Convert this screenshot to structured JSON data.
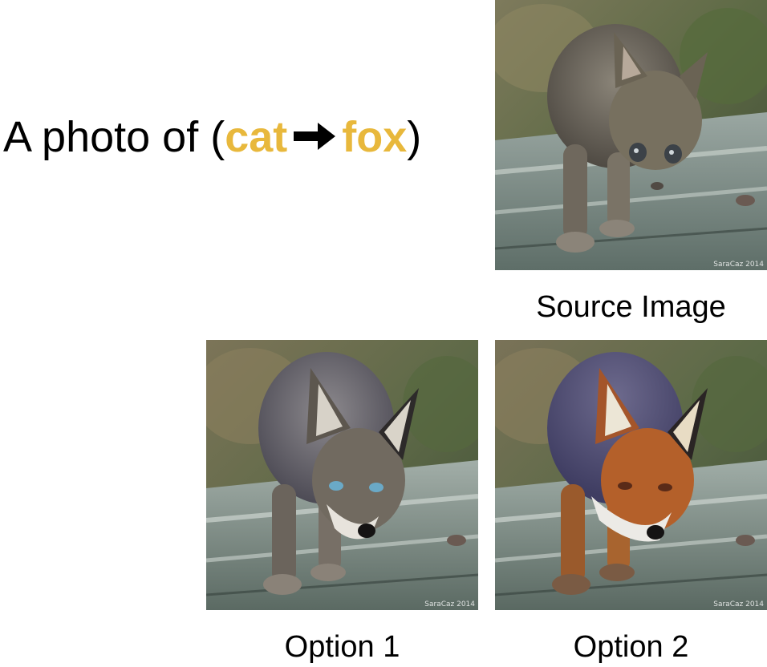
{
  "prompt": {
    "prefix": "A photo of (",
    "source_word": "cat",
    "target_word": "fox",
    "suffix": ")",
    "highlight_color": "#e8b83c",
    "arrow_icon": "right-arrow-icon"
  },
  "images": {
    "source": {
      "caption": "Source Image",
      "subject": "kitten",
      "watermark": "SaraCaz 2014"
    },
    "option1": {
      "caption": "Option 1",
      "subject": "grey-fox",
      "watermark": "SaraCaz 2014"
    },
    "option2": {
      "caption": "Option 2",
      "subject": "red-fox",
      "watermark": "SaraCaz 2014"
    }
  }
}
